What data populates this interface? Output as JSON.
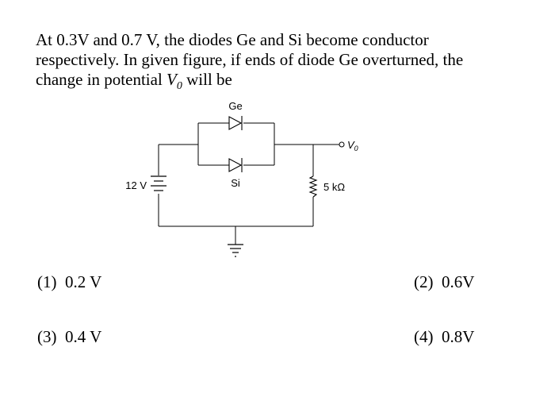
{
  "question": {
    "line1": "At 0.3V and 0.7 V, the diodes Ge and Si become conductor",
    "line2": "respectively. In given figure, if ends of diode Ge overturned, the",
    "line3_prefix": "change in potential ",
    "v_symbol": "V",
    "v_sub": "0",
    "line3_suffix": " will be"
  },
  "circuit": {
    "diode_top_label": "Ge",
    "diode_bottom_label": "Si",
    "battery_label": "12 V",
    "resistor_label": "5 kΩ",
    "output_symbol": "V",
    "output_sub": "0"
  },
  "options": [
    {
      "number": "(1)",
      "value": "0.2 V"
    },
    {
      "number": "(2)",
      "value": "0.6V"
    },
    {
      "number": "(3)",
      "value": "0.4 V"
    },
    {
      "number": "(4)",
      "value": "0.8V"
    }
  ]
}
